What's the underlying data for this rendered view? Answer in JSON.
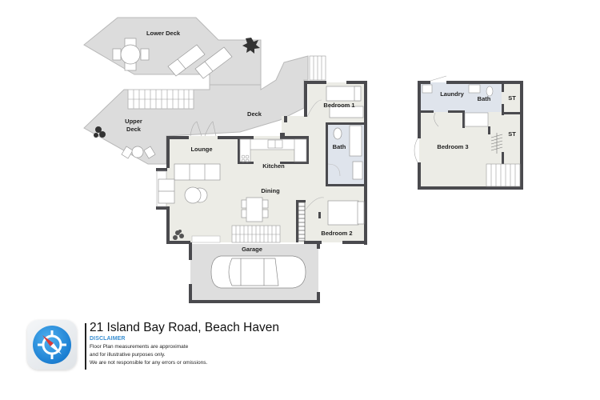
{
  "plan": {
    "title": "21 Island Bay Road, Beach Haven",
    "colors": {
      "background": "#ffffff",
      "deck": "#dcdcdc",
      "floor": "#ecece6",
      "wet_area": "#dfe4ec",
      "garage": "#dedede",
      "wall": "#4a4a4e",
      "furniture": "#ffffff",
      "accent": "#3a8fd1"
    },
    "levels": {
      "main": {
        "rooms": [
          {
            "id": "lower-deck",
            "label": "Lower Deck"
          },
          {
            "id": "upper-deck",
            "label": "Upper Deck"
          },
          {
            "id": "deck",
            "label": "Deck"
          },
          {
            "id": "lounge",
            "label": "Lounge"
          },
          {
            "id": "kitchen",
            "label": "Kitchen"
          },
          {
            "id": "dining",
            "label": "Dining"
          },
          {
            "id": "bedroom-1",
            "label": "Bedroom 1"
          },
          {
            "id": "bath",
            "label": "Bath"
          },
          {
            "id": "bedroom-2",
            "label": "Bedroom 2"
          },
          {
            "id": "garage",
            "label": "Garage"
          }
        ]
      },
      "upper": {
        "rooms": [
          {
            "id": "laundry",
            "label": "Laundry"
          },
          {
            "id": "bath-upper",
            "label": "Bath"
          },
          {
            "id": "st-1",
            "label": "ST"
          },
          {
            "id": "st-2",
            "label": "ST"
          },
          {
            "id": "bedroom-3",
            "label": "Bedroom 3"
          }
        ]
      }
    },
    "labels": {
      "lower_deck": "Lower Deck",
      "upper_deck_line1": "Upper",
      "upper_deck_line2": "Deck",
      "deck": "Deck",
      "lounge": "Lounge",
      "kitchen": "Kitchen",
      "dining": "Dining",
      "bedroom1": "Bedroom 1",
      "bath": "Bath",
      "bedroom2": "Bedroom 2",
      "garage": "Garage",
      "laundry": "Laundry",
      "bath_upper": "Bath",
      "st1": "ST",
      "st2": "ST",
      "bedroom3": "Bedroom 3"
    }
  },
  "footer": {
    "logo_icon": "compass-icon",
    "address": "21 Island Bay Road, Beach Haven",
    "disclaimer_title": "DISCLAIMER",
    "disclaimer_lines": [
      "Floor Plan measurements are approximate",
      "and for illustrative purposes only.",
      "We are not responsible for any errors or omissions."
    ]
  }
}
